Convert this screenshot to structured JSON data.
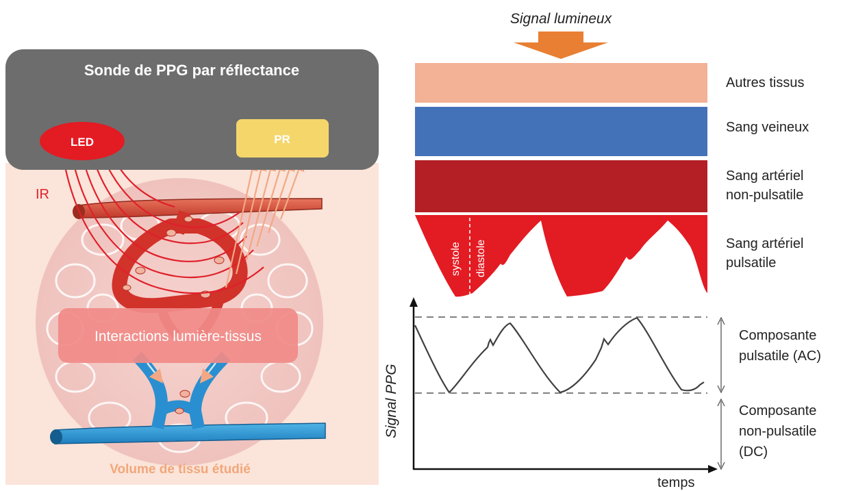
{
  "left_panel": {
    "probe_title": "Sonde de PPG par réflectance",
    "led_label": "LED",
    "pr_label": "PR",
    "ir_label": "IR",
    "interactions_label": "Interactions lumière-tissus",
    "tissue_volume_label": "Volume de tissu étudié"
  },
  "right_panel": {
    "light_signal_label": "Signal lumineux",
    "layers": [
      {
        "label_line1": "Autres tissus",
        "label_line2": "",
        "color": "#f3b196"
      },
      {
        "label_line1": "Sang veineux",
        "label_line2": "",
        "color": "#4472b8"
      },
      {
        "label_line1": "Sang artériel",
        "label_line2": "non-pulsatile",
        "color": "#b31f25"
      },
      {
        "label_line1": "Sang artériel",
        "label_line2": "pulsatile",
        "color": "#e31b23"
      }
    ],
    "systole_label": "systole",
    "diastole_label": "diastole"
  },
  "ppg_graph": {
    "y_axis_label": "Signal PPG",
    "x_axis_label": "temps",
    "ac_label_line1": "Composante",
    "ac_label_line2": "pulsatile (AC)",
    "dc_label_line1": "Composante",
    "dc_label_line2": "non-pulsatile",
    "dc_label_line3": "(DC)"
  },
  "colors": {
    "probe_gray": "#6d6d6d",
    "led_red": "#e31b23",
    "pr_yellow": "#f4d66b",
    "tissue_bg": "#fbe4da",
    "interactions_box": "#f08b88",
    "arrow_orange": "#e87f32",
    "vein_blue": "#3aa0d8",
    "artery_red": "#d9402e",
    "volume_text": "#f2a77a"
  }
}
